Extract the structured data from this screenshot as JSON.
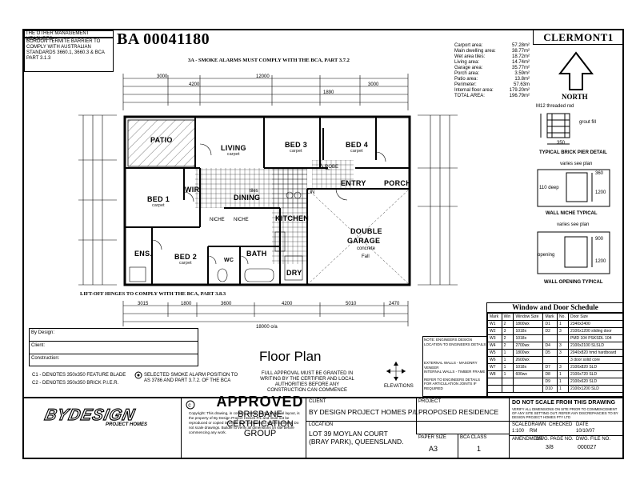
{
  "top_stamp": "THE OTHER MANAGEMENT MEASURES",
  "termite_note": [
    "BORDON TERMITE BARRIER TO",
    "COMPLY WITH AUSTRALIAN",
    "STANDARDS 3660.1, 3660.3 & BCA",
    "PART 3.1.3"
  ],
  "ba_number": "BA 00041180",
  "design_name": "CLERMONT1",
  "smoke_note": "3A - SMOKE ALARMS MUST COMPLY WITH THE BCA, PART 3.7.2",
  "liftoff_note": "LIFT-OFF HINGES TO COMPLY WITH THE BCA, PART 3.8.3",
  "areas": [
    {
      "label": "Carport area:",
      "value": "57.28m²"
    },
    {
      "label": "Main dwelling area:",
      "value": "38.77m²"
    },
    {
      "label": "Wet area tiles:",
      "value": "18.72m²"
    },
    {
      "label": "Living area:",
      "value": "14.74m²"
    },
    {
      "label": "Garage area:",
      "value": "35.77m²"
    },
    {
      "label": "Porch area:",
      "value": "3.59m²"
    },
    {
      "label": "Patio area:",
      "value": "13.8m²"
    },
    {
      "label": "Perimeter:",
      "value": "57.63m"
    },
    {
      "label": "Internal floor area:",
      "value": "179.20m²"
    },
    {
      "label": "TOTAL AREA:",
      "value": "196.79m²"
    }
  ],
  "north_label": "NORTH",
  "details": {
    "brick_pier_rod": "M12 threaded rod",
    "brick_pier_grout": "grout fill",
    "brick_pier_dim": "350",
    "brick_pier_title": "TYPICAL BRICK PIER DETAIL",
    "niche_varies": "varies see plan",
    "niche_deep": "110 deep",
    "niche_dims": [
      "360",
      "1200"
    ],
    "niche_title": "WALL NICHE TYPICAL",
    "opening_varies": "varies see plan",
    "opening_label": "opening",
    "opening_dims": [
      "900",
      "1200"
    ],
    "opening_title": "WALL OPENING TYPICAL"
  },
  "rooms": {
    "patio": "PATIO",
    "living": "LIVING",
    "living_floor": "carpet",
    "bed3": "BED 3",
    "bed3_floor": "carpet",
    "bed4": "BED 4",
    "bed4_floor": "carpet",
    "bed1": "BED 1",
    "bed1_floor": "carpet",
    "wir": "WIR",
    "dining": "DINING",
    "dining_floor": "tiles",
    "entry": "ENTRY",
    "porch": "PORCH",
    "kitchen": "KITCHEN",
    "garage1": "DOUBLE",
    "garage2": "GARAGE",
    "garage_floor": "concrete",
    "bed2": "BED 2",
    "bed2_floor": "carpet",
    "ens": "ENS.",
    "wc": "WC",
    "bath": "BATH",
    "dry": "DRY",
    "niche1": "NICHE",
    "niche2": "NICHE",
    "robe": "ROBE",
    "lin": "LIN",
    "fall": "Fall"
  },
  "dims_top": [
    "3000",
    "4200",
    "12000",
    "1890",
    "3000"
  ],
  "dims_bottom": [
    "3015",
    "1800",
    "3600",
    "4200",
    "5010",
    "2470"
  ],
  "dims_overall": "18000 o/a",
  "title_left": {
    "by_design": "By Design:",
    "client": "Client:",
    "construction": "Construction:"
  },
  "legend": [
    "C1 - DENOTES 350x350 FEATURE BLADE",
    "C2 - DENOTES 350x350 BRICK P.I.E.R."
  ],
  "smoke_legend": "SELECTED SMOKE ALARM POSITION TO AS 3786 AND PART 3.7.2. OF THE BCA",
  "floor_plan_title": "Floor Plan",
  "approval_note": "FULL APPROVAL MUST BE GRANTED IN WRITING BY THE CERTIFIER AND LOCAL AUTHORITIES BEFORE ANY CONSTRUCTION CAN COMMENCE",
  "elevations_label": "ELEVATIONS",
  "schedule": {
    "title": "Window and Door Schedule",
    "headers": [
      "Mark",
      "Win",
      "Window Size",
      "Mark",
      "No.",
      "Door Size"
    ],
    "rows": [
      [
        "W1",
        "2",
        "1800wx",
        "D1",
        "1",
        "2340x2400"
      ],
      [
        "W2",
        "3",
        "1018x",
        "D2",
        "3",
        "2100x1200 sliding door"
      ],
      [
        "W3",
        "2",
        "1018x",
        "",
        "",
        "PMD 104  PSKSDL 104"
      ],
      [
        "W4",
        "2",
        "2700wx",
        "D4",
        "3",
        "2100x2100 SLSLD"
      ],
      [
        "W5",
        "1",
        "1800wx",
        "D5",
        "3",
        "2040x820 hmd hardboard"
      ],
      [
        "W6",
        "1",
        "2600wx",
        "",
        "",
        "3 door solid core"
      ],
      [
        "W7",
        "1",
        "1018x",
        "D7",
        "3",
        "2100x820 SLD"
      ],
      [
        "W8",
        "1",
        "600wx",
        "D8",
        "1",
        "2100x720 SLD"
      ],
      [
        "",
        "",
        "",
        "D9",
        "1",
        "2100x620 SLD"
      ],
      [
        "",
        "",
        "",
        "D10",
        "1",
        "2100x1200 SLD"
      ]
    ],
    "notes": [
      "NOTE: ENGINEERS DESIGN LOCATION TO ENGINEERS DETAILS",
      "EXTERNAL WALLS - MASONRY VENEER",
      "INTERNAL WALLS - TIMBER FRAME",
      "REFER TO ENGINEERS DETAILS FOR ARTICULATION JOINTS IF REQUIRED"
    ]
  },
  "logo_name": "BYDESIGN",
  "logo_sub": "PROJECT HOMES",
  "copyright_text": "Copyright: This drawing, in content, design and conceptual layout, is the property of By Design Project Homes P/L and must not be reproduced or copied in whole or in part without written consent. Do not scale drawings. Builder to verify all dimensions on site before commencing any work.",
  "approved_stamp": {
    "line1": "APPROVED",
    "line2": "BRISBANE",
    "line3": "CERTIFICATION GROUP"
  },
  "title_block": {
    "client_label": "CLIENT",
    "client": "BY DESIGN PROJECT HOMES P/L",
    "project_label": "PROJECT",
    "project": "PROPOSED RESIDENCE",
    "location_label": "LOCATION",
    "location1": "LOT 39 MOYLAN COURT",
    "location2": "(BRAY PARK), QUEENSLAND.",
    "paper_size_label": "PAPER SIZE",
    "paper_size": "A3",
    "bca_class_label": "BCA CLASS",
    "bca_class": "1",
    "dont_scale": "DO NOT SCALE FROM THIS DRAWING",
    "disclaimer": "VERIFY ALL DIMENSIONS ON SITE PRIOR TO COMMENCEMENT OF ANY SITE SETTING OUT. REFER ANY DISCREPANCIES TO BY DESIGN PROJECT HOMES PTY LTD",
    "scale_label": "SCALE",
    "scale": "1:100",
    "drawn_label": "DRAWN",
    "drawn": "RM",
    "checked_label": "CHECKED",
    "checked": "",
    "date_label": "DATE",
    "date": "10/10/07",
    "amendment_label": "AMENDMENT",
    "dwg_page_label": "DWG. PAGE NO.",
    "dwg_page": "3/8",
    "dwg_file_label": "DWG. FILE NO.",
    "dwg_file": "000027"
  }
}
